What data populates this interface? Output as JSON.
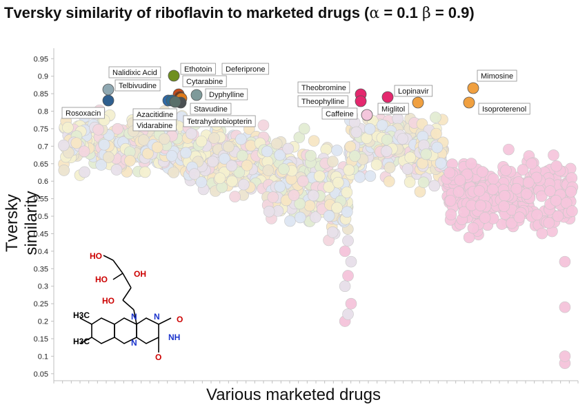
{
  "title": {
    "prefix": "Tversky similarity of riboflavin to marketed drugs (",
    "alpha_sym": "α",
    "alpha_eq": " = 0.1 ",
    "beta_sym": "β",
    "beta_eq": " = 0.9)"
  },
  "colors": {
    "background_cloud": [
      "#f7e6c4",
      "#e3ecd3",
      "#dde6f2",
      "#f3d6de",
      "#ece4cf",
      "#f4f0d0",
      "#e8e0ea"
    ],
    "pink_cloud": "#f5c6dc",
    "axis": "#bfbfbf",
    "label_border": "#8c8c8c"
  },
  "chart_data": {
    "type": "scatter",
    "xlabel": "Various marketed drugs",
    "ylabel": "Tversky similarity",
    "ylim": [
      0.03,
      0.98
    ],
    "y_ticks": [
      "0.95",
      "0.9",
      "0.85",
      "0.8",
      "0.75",
      "0.7",
      "0.65",
      "0.6",
      "0.55",
      "0.5",
      "0.45",
      "0.4",
      "0.35",
      "0.3",
      "0.25",
      "0.2",
      "0.15",
      "0.1",
      "0.05"
    ],
    "x_tick_count": 60,
    "background_cloud_segments": [
      {
        "from": 0.0,
        "to": 0.24,
        "center": 0.71,
        "spread": 0.08
      },
      {
        "from": 0.24,
        "to": 0.4,
        "center": 0.66,
        "spread": 0.1
      },
      {
        "from": 0.4,
        "to": 0.52,
        "center": 0.6,
        "spread": 0.11
      },
      {
        "from": 0.52,
        "to": 0.56,
        "center": 0.55,
        "spread": 0.13
      },
      {
        "from": 0.56,
        "to": 0.7,
        "center": 0.7,
        "spread": 0.09
      },
      {
        "from": 0.7,
        "to": 0.75,
        "center": 0.68,
        "spread": 0.1
      }
    ],
    "pink_cloud_segments": [
      {
        "from": 0.75,
        "to": 1.0,
        "center": 0.56,
        "spread": 0.1
      }
    ],
    "highlighted": [
      {
        "name": "Nalidixic Acid",
        "value": 0.89,
        "x_frac": 0.045,
        "color": "#8fa8b2"
      },
      {
        "name": "Rosoxacin",
        "value": 0.86,
        "x_frac": 0.045,
        "color": "#2f5f8f"
      },
      {
        "name": "Ethotoin",
        "value": 0.93,
        "x_frac": 0.176,
        "color": "#6f8f1f"
      },
      {
        "name": "Telbivudine",
        "value": 0.875,
        "x_frac": 0.184,
        "color": "#c84a1a"
      },
      {
        "name": "Cytarabine",
        "value": 0.87,
        "x_frac": 0.186,
        "color": "#7a3412"
      },
      {
        "name": "Deferiprone",
        "value": 0.877,
        "x_frac": 0.228,
        "color": "#7e9a9a"
      },
      {
        "name": "Dyphylline",
        "value": 0.866,
        "x_frac": 0.19,
        "color": "#e07a1a"
      },
      {
        "name": "Azacitidine",
        "value": 0.86,
        "x_frac": 0.167,
        "color": "#2f6aa8"
      },
      {
        "name": "Stavudine",
        "value": 0.855,
        "x_frac": 0.19,
        "color": "#4a4f52"
      },
      {
        "name": "Vidarabine",
        "value": 0.855,
        "x_frac": 0.178,
        "color": "#2f6a8f"
      },
      {
        "name": "Tetrahydrobiopterin",
        "value": 0.855,
        "x_frac": 0.183,
        "color": "#5a6f6a"
      },
      {
        "name": "Theobromine",
        "value": 0.878,
        "x_frac": 0.578,
        "color": "#e4286e"
      },
      {
        "name": "Theophylline",
        "value": 0.857,
        "x_frac": 0.578,
        "color": "#e4286e"
      },
      {
        "name": "Caffeine",
        "value": 0.81,
        "x_frac": 0.589,
        "color": "#f3c6dc"
      },
      {
        "name": "Lopinavir",
        "value": 0.868,
        "x_frac": 0.622,
        "color": "#e4286e"
      },
      {
        "name": "Miglitol",
        "value": 0.852,
        "x_frac": 0.69,
        "color": "#f0a040"
      },
      {
        "name": "Mimosine",
        "value": 0.896,
        "x_frac": 0.793,
        "color": "#f0a040"
      },
      {
        "name": "Isoproterenol",
        "value": 0.853,
        "x_frac": 0.787,
        "color": "#f0a040"
      }
    ]
  },
  "molecule": {
    "atoms": [
      "HO",
      "HO",
      "OH",
      "HO",
      "N",
      "N",
      "N",
      "NH",
      "O",
      "O",
      "H3C",
      "H3C"
    ]
  }
}
